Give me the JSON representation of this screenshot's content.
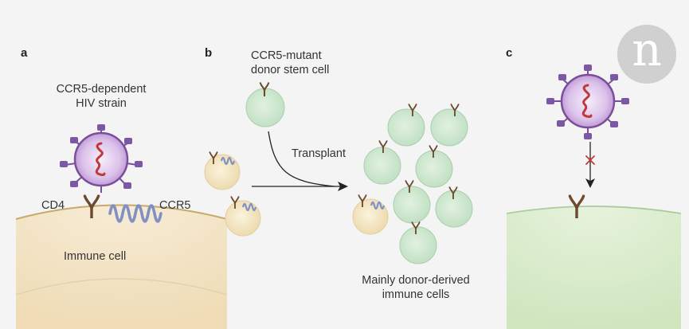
{
  "panels": {
    "a": {
      "letter": "a",
      "virus_label_line1": "CCR5-dependent",
      "virus_label_line2": "HIV strain",
      "cd4_label": "CD4",
      "ccr5_label": "CCR5",
      "cell_label": "Immune cell"
    },
    "b": {
      "letter": "b",
      "donor_label_line1": "CCR5-mutant",
      "donor_label_line2": "donor stem cell",
      "transplant_label": "Transplant",
      "result_label_line1": "Mainly donor-derived",
      "result_label_line2": "immune cells"
    },
    "c": {
      "letter": "c"
    }
  },
  "logo": {
    "letter": "n"
  },
  "colors": {
    "background": "#f4f4f4",
    "host_cell": "#f4e5c8",
    "host_cell_edge": "#c8a86c",
    "donor_cell": "#cfe8d0",
    "donor_cell_edge": "#8fbf96",
    "virus_body": "#c9a6dc",
    "virus_edge": "#7a4f9a",
    "virus_rna": "#c0393b",
    "receptor": "#6b4a2e",
    "ccr5": "#8a9cc9",
    "resisted_cell": "#dcefd0"
  }
}
